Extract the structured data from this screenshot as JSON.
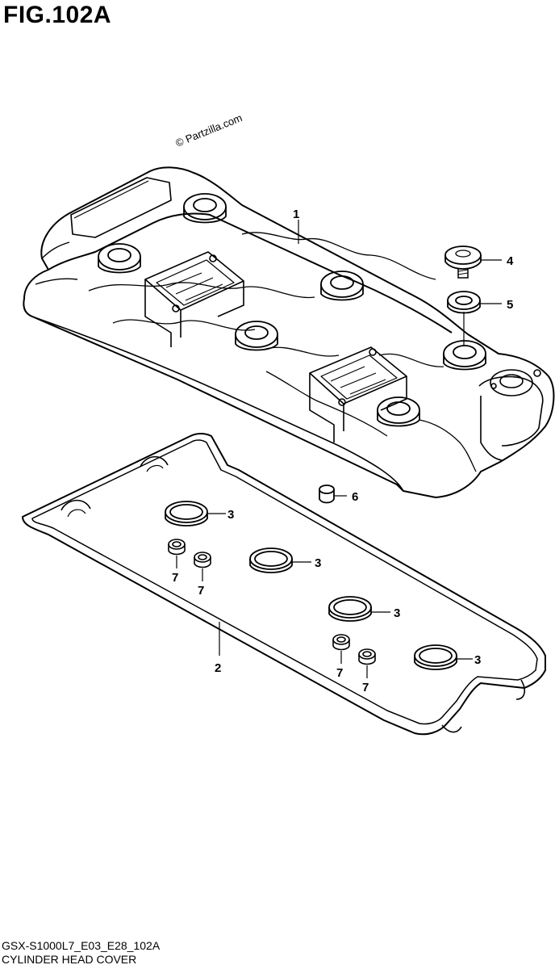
{
  "figure": {
    "title": "FIG.102A",
    "watermark": "© Partzilla.com",
    "code": "GSX-S1000L7_E03_E28_102A",
    "name": "CYLINDER HEAD COVER"
  },
  "callouts": [
    {
      "id": "c1",
      "label": "1"
    },
    {
      "id": "c2",
      "label": "2"
    },
    {
      "id": "c3a",
      "label": "3"
    },
    {
      "id": "c3b",
      "label": "3"
    },
    {
      "id": "c3c",
      "label": "3"
    },
    {
      "id": "c3d",
      "label": "3"
    },
    {
      "id": "c4",
      "label": "4"
    },
    {
      "id": "c5",
      "label": "5"
    },
    {
      "id": "c6",
      "label": "6"
    },
    {
      "id": "c7a",
      "label": "7"
    },
    {
      "id": "c7b",
      "label": "7"
    },
    {
      "id": "c7c",
      "label": "7"
    },
    {
      "id": "c7d",
      "label": "7"
    }
  ]
}
